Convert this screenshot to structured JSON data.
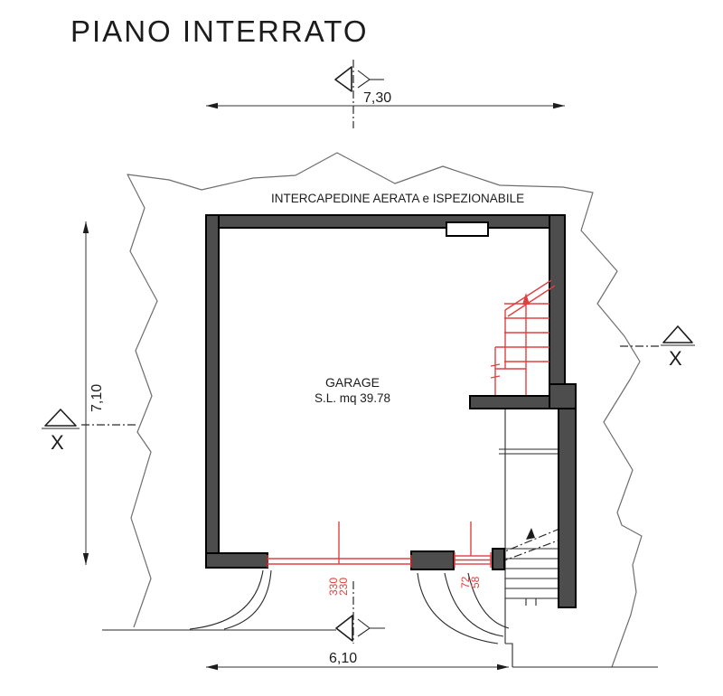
{
  "title": "PIANO INTERRATO",
  "annotations": {
    "cavity_label": "INTERCAPEDINE AERATA e ISPEZIONABILE"
  },
  "room": {
    "name": "GARAGE",
    "area": "S.L. mq 39.78"
  },
  "dimensions": {
    "overall_width_top": "7,30",
    "overall_height_left": "7,10",
    "overall_width_bottom": "6,10"
  },
  "openings": {
    "garage_door": {
      "width_cm": "330",
      "height_cm": "230"
    },
    "basement_window": {
      "width_cm": "72",
      "height_cm": "58"
    }
  },
  "section_markers": {
    "left_label": "X",
    "right_label": "X"
  },
  "colors": {
    "wall_fill": "#4d4d4d",
    "ink": "#1c1c1c",
    "terrain_line": "#6e6e6e",
    "stair_red": "#e04040"
  }
}
